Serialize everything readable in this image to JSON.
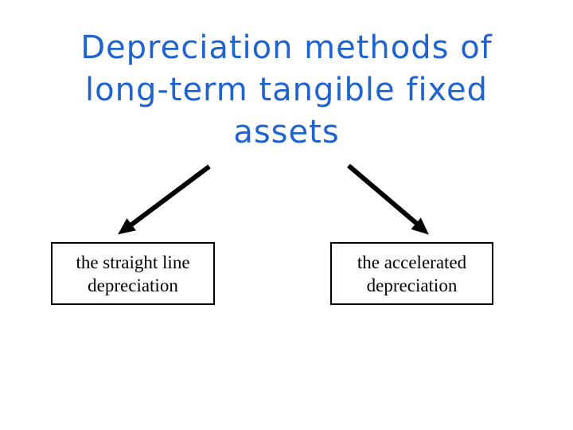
{
  "title": {
    "lines": [
      "Depreciation methods of",
      "long-term tangible fixed",
      "assets"
    ],
    "color": "#1e63cf"
  },
  "nodes": {
    "left": {
      "label": "the straight line depreciation"
    },
    "right": {
      "label": "the accelerated depreciation"
    }
  },
  "arrows": {
    "color": "#000000"
  }
}
